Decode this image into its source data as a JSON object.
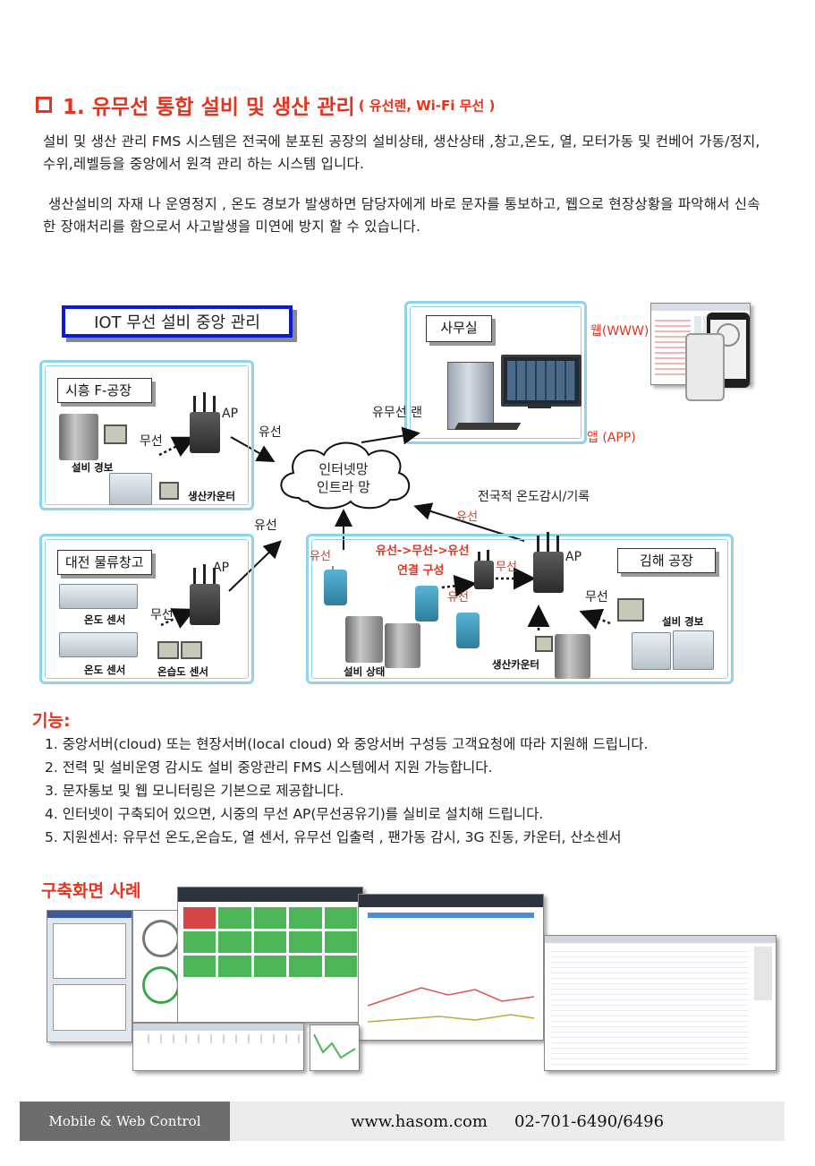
{
  "heading": {
    "title": "1. 유무선 통합 설비 및 생산 관리",
    "subtitle": "( 유선랜, Wi-Fi 무선 )"
  },
  "paragraphs": [
    "설비 및 생산 관리 FMS 시스템은 전국에 분포된 공장의 설비상태, 생산상태 ,창고,온도, 열, 모터가동 및 컨베어 가동/정지, 수위,레벨등을  중앙에서 원격 관리 하는 시스템 입니다.",
    "생산설비의 자재 나 운영정지 , 온도 경보가 발생하면 담당자에게 바로 문자를 통보하고, 웹으로 현장상황을 파악해서 신속한 장애처리를 함으로서 사고발생을 미연에 방지 할 수 있습니다."
  ],
  "diagram": {
    "main_title": "IOT 무선 설비 중앙 관리",
    "office": "사무실",
    "web": "웹(WWW)",
    "app": "앱   (APP)",
    "wired_lan": "유무선 랜",
    "cloud_line1": "인터넷망",
    "cloud_line2": "인트라 망",
    "nationwide": "전국적 온도감시/기록",
    "factory1": {
      "name": "시흥 F-공장",
      "ap": "AP",
      "wireless": "무선",
      "wired": "유선",
      "alarm": "설비 경보",
      "counter": "생산카운터"
    },
    "warehouse": {
      "name": "대전 물류창고",
      "ap": "AP",
      "wireless": "무선",
      "wired": "유선",
      "temp1": "온도 센서",
      "temp2": "온도 센서",
      "humid": "온습도 센서"
    },
    "factory2": {
      "name": "김해 공장",
      "ap": "AP",
      "wired_top": "유선",
      "wired_left": "유선",
      "chain": "유선->무선->유선",
      "chain_sub": "연결 구성",
      "wireless_mid": "무선",
      "wired_low": "유선",
      "wireless_right": "무선",
      "status": "설비 상태",
      "counter": "생산카운터",
      "alarm": "설비 경보"
    }
  },
  "features": {
    "title": "기능:",
    "items": [
      "1. 중앙서버(cloud) 또는 현장서버(local cloud) 와 중앙서버 구성등 고객요청에 따라 지원해 드립니다.",
      "2. 전력 및 설비운영 감시도 설비 중앙관리 FMS 시스템에서 지원 가능합니다.",
      "3. 문자통보 및 웹 모니터링은 기본으로 제공합니다.",
      "4. 인터넷이 구축되어 있으면, 시중의 무선 AP(무선공유기)를 실비로 설치해 드립니다.",
      "5. 지원센서: 유무선 온도,온습도, 열 센서, 유무선 입출력 , 팬가동 감시, 3G 진동, 카운터, 산소센서"
    ]
  },
  "screens_title": "구축화면 사례",
  "footer": {
    "left": "Mobile & Web Control",
    "url": "www.hasom.com",
    "phone": "02-701-6490/6496"
  },
  "colors": {
    "accent_red": "#e8321e",
    "box_border": "#8ed2ec",
    "title_border": "#0b1ad8"
  }
}
